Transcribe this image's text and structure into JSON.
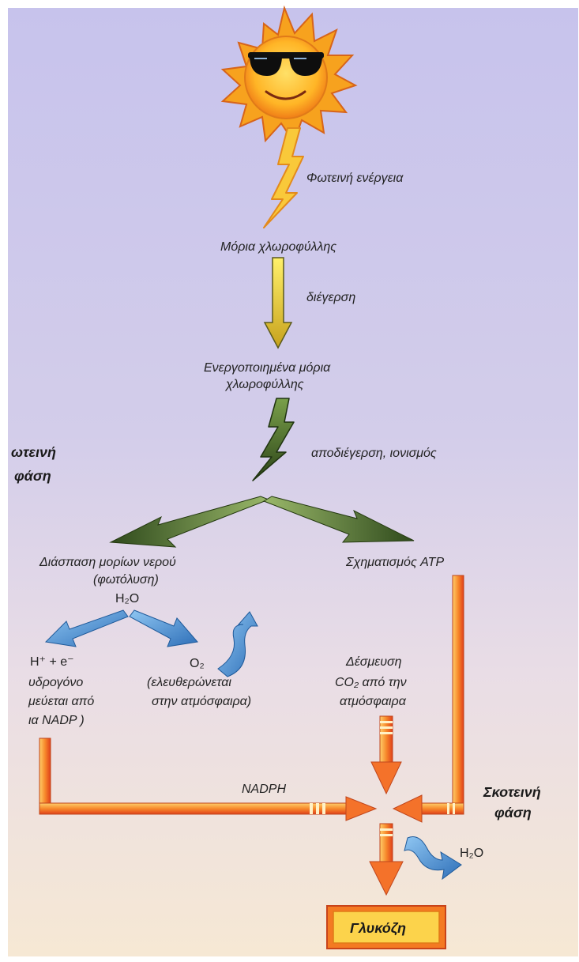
{
  "labels": {
    "light_energy": "Φωτεινή ενέργεια",
    "chlorophyll": "Μόρια χλωροφύλλης",
    "excitation": "διέγερση",
    "activated_1": "Ενεργοποιημένα μόρια",
    "activated_2": "χλωροφύλλης",
    "deexcitation": "αποδιέγερση, ιονισμός",
    "water_split_1": "Διάσπαση μορίων νερού",
    "water_split_2": "(φωτόλυση)",
    "water": "H₂O",
    "atp": "Σχηματισμός ATP",
    "hplus": "H⁺ + e⁻",
    "hydrogen_1": "υδρογόνο",
    "hydrogen_2": "μεύεται  από",
    "hydrogen_3": "ια NADP )",
    "oxygen": "O₂",
    "oxygen_note_1": "(ελευθερώνεται",
    "oxygen_note_2": "στην ατμόσφαιρα)",
    "co2_1": "Δέσμευση",
    "co2_2": "CO₂ από την",
    "co2_3": "ατμόσφαιρα",
    "nadph": "NADPH",
    "water_out": "H₂O",
    "glucose": "Γλυκόζη"
  },
  "phases": {
    "light_1": "ωτεινή",
    "light_2": "φάση",
    "dark_1": "Σκοτεινή",
    "dark_2": "φάση"
  },
  "colors": {
    "bg_top": "#c9c5ea",
    "bg_bottom": "#f3e6d6",
    "lightning": "#f7c531",
    "green": "#3d5a23",
    "blue": "#3a86d2",
    "orange": "#f26d1c",
    "glucose_fill": "#fbd24a"
  }
}
